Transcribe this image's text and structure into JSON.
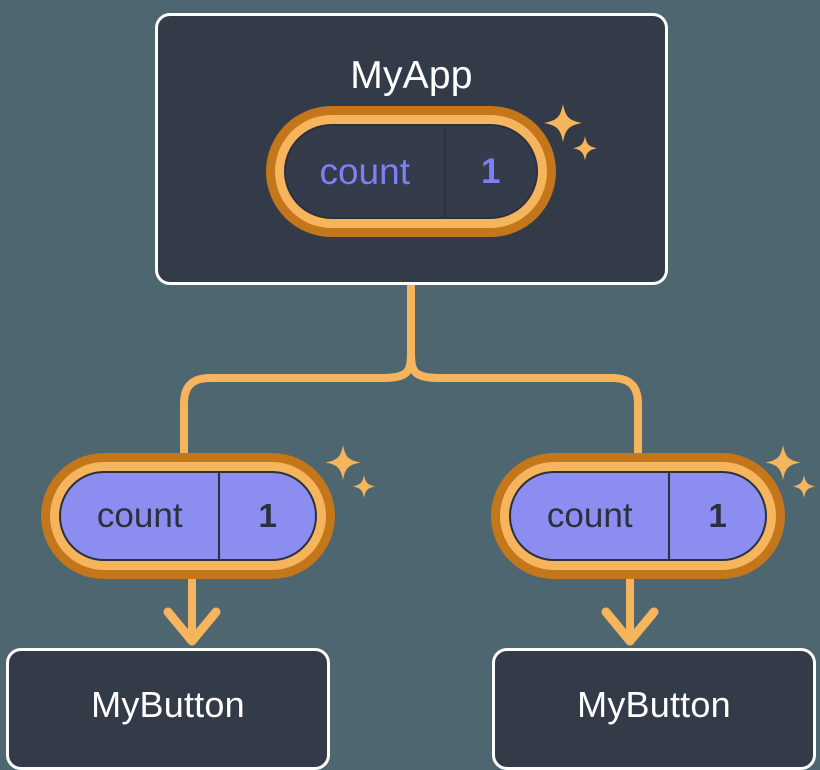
{
  "theme": {
    "background": "#4d666f",
    "panel_fill": "#333a48",
    "panel_border": "#fdfdfd",
    "ring_outer": "#c4761b",
    "ring_inner": "#f6b45d",
    "pill_fill_purple": "#8b8ef0",
    "pill_fill_dark": "#343b4a",
    "accent_purple": "#7c80f2",
    "wire": "#f6b45d",
    "text_light": "#ffffff",
    "text_dark": "#2b303c"
  },
  "diagram": {
    "root": {
      "title": "MyApp",
      "state": {
        "key": "count",
        "value": "1"
      },
      "sparkle_icon": "sparkles-icon"
    },
    "branches": [
      {
        "state": {
          "key": "count",
          "value": "1"
        },
        "sparkle_icon": "sparkles-icon",
        "child": {
          "title": "MyButton"
        },
        "arrow_icon": "arrow-down-icon"
      },
      {
        "state": {
          "key": "count",
          "value": "1"
        },
        "sparkle_icon": "sparkles-icon",
        "child": {
          "title": "MyButton"
        },
        "arrow_icon": "arrow-down-icon"
      }
    ],
    "connector_icon": "branch-connector"
  }
}
